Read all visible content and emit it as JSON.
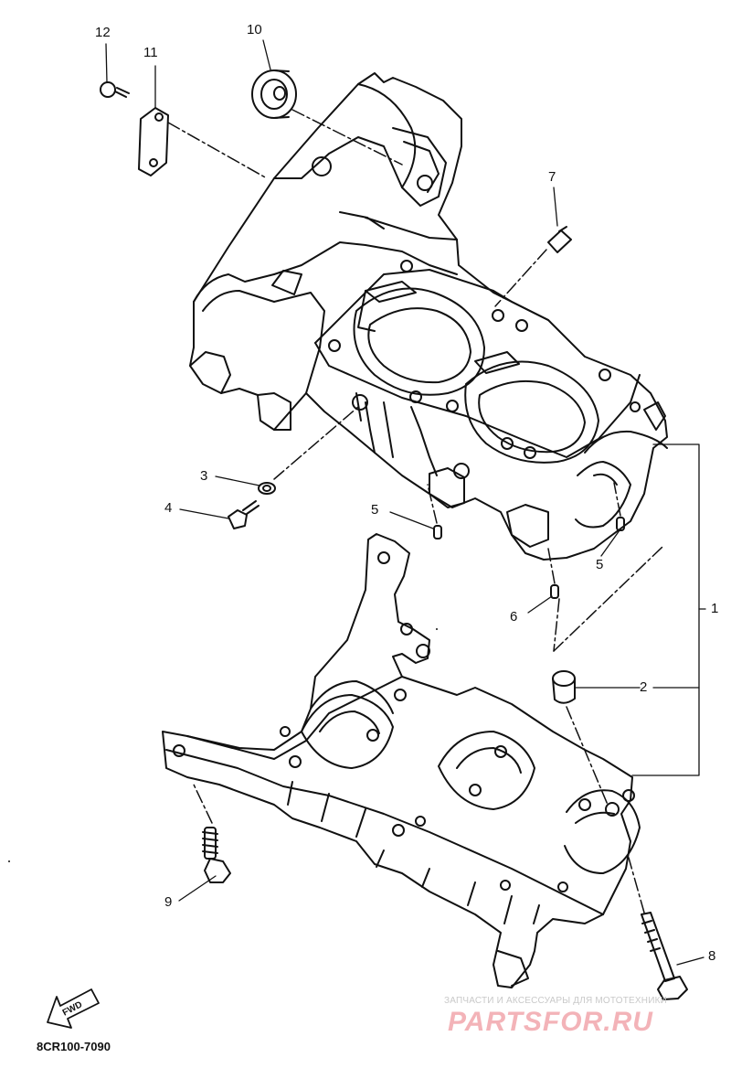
{
  "callouts": [
    {
      "id": "c12",
      "label": "12"
    },
    {
      "id": "c11",
      "label": "11"
    },
    {
      "id": "c10",
      "label": "10"
    },
    {
      "id": "c7",
      "label": "7"
    },
    {
      "id": "c3",
      "label": "3"
    },
    {
      "id": "c4",
      "label": "4"
    },
    {
      "id": "c5a",
      "label": "5"
    },
    {
      "id": "c5b",
      "label": "5"
    },
    {
      "id": "c6",
      "label": "6"
    },
    {
      "id": "c1",
      "label": "1"
    },
    {
      "id": "c2",
      "label": "2"
    },
    {
      "id": "c9",
      "label": "9"
    },
    {
      "id": "c8",
      "label": "8"
    }
  ],
  "direction_marker": "FWD",
  "drawing_code": "8CR100-7090",
  "watermark": {
    "tagline": "ЗАПЧАСТИ И АКСЕССУАРЫ ДЛЯ МОТОТЕХНИКИ",
    "logo": "PARTSFOR.RU"
  }
}
